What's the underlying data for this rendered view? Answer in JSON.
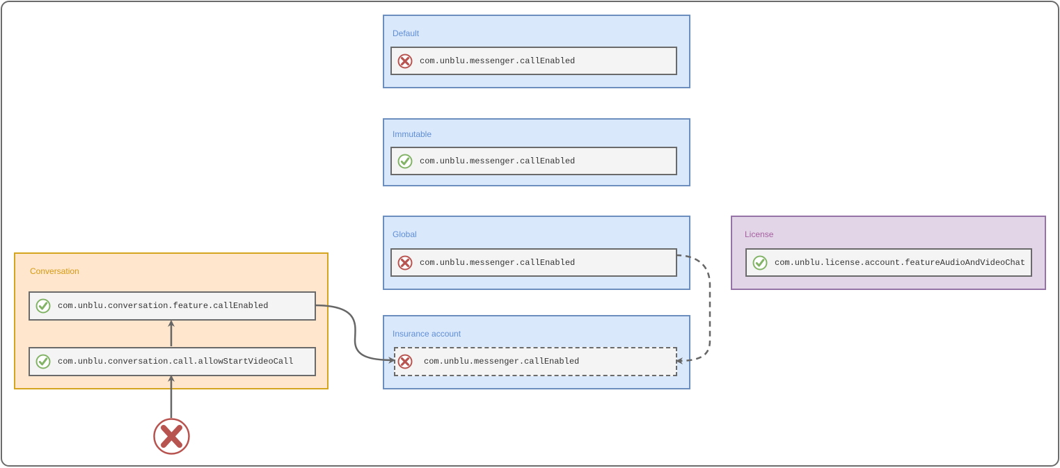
{
  "colors": {
    "blue_fill": "#dae8fb",
    "blue_border": "#6c8ebf",
    "orange_fill": "#ffe6cc",
    "orange_border": "#d6a520",
    "purple_fill": "#e2d5e7",
    "purple_border": "#9673a6",
    "enabled_green": "#82b366",
    "disabled_red": "#b85450",
    "connector_gray": "#666666"
  },
  "groups": {
    "default": {
      "title": "Default",
      "setting": {
        "label": "com.unblu.messenger.callEnabled",
        "status": "disabled",
        "icon": "x-circle-icon"
      }
    },
    "immutable": {
      "title": "Immutable",
      "setting": {
        "label": "com.unblu.messenger.callEnabled",
        "status": "enabled",
        "icon": "check-circle-icon"
      }
    },
    "global": {
      "title": "Global",
      "setting": {
        "label": "com.unblu.messenger.callEnabled",
        "status": "disabled",
        "icon": "x-circle-icon"
      }
    },
    "license": {
      "title": "License",
      "setting": {
        "label": "com.unblu.license.account.featureAudioAndVideoChat",
        "status": "enabled",
        "icon": "check-circle-icon"
      }
    },
    "insurance_account": {
      "title": "Insurance account",
      "setting": {
        "label": "com.unblu.messenger.callEnabled",
        "status": "disabled",
        "icon": "x-circle-icon",
        "inherited": true
      }
    },
    "conversation": {
      "title": "Conversation",
      "settings": [
        {
          "label": "com.unblu.conversation.feature.callEnabled",
          "status": "enabled",
          "icon": "check-circle-icon"
        },
        {
          "label": "com.unblu.conversation.call.allowStartVideoCall",
          "status": "enabled",
          "icon": "check-circle-icon"
        }
      ]
    }
  },
  "result": {
    "status": "disabled",
    "icon": "large-x-circle-icon"
  }
}
